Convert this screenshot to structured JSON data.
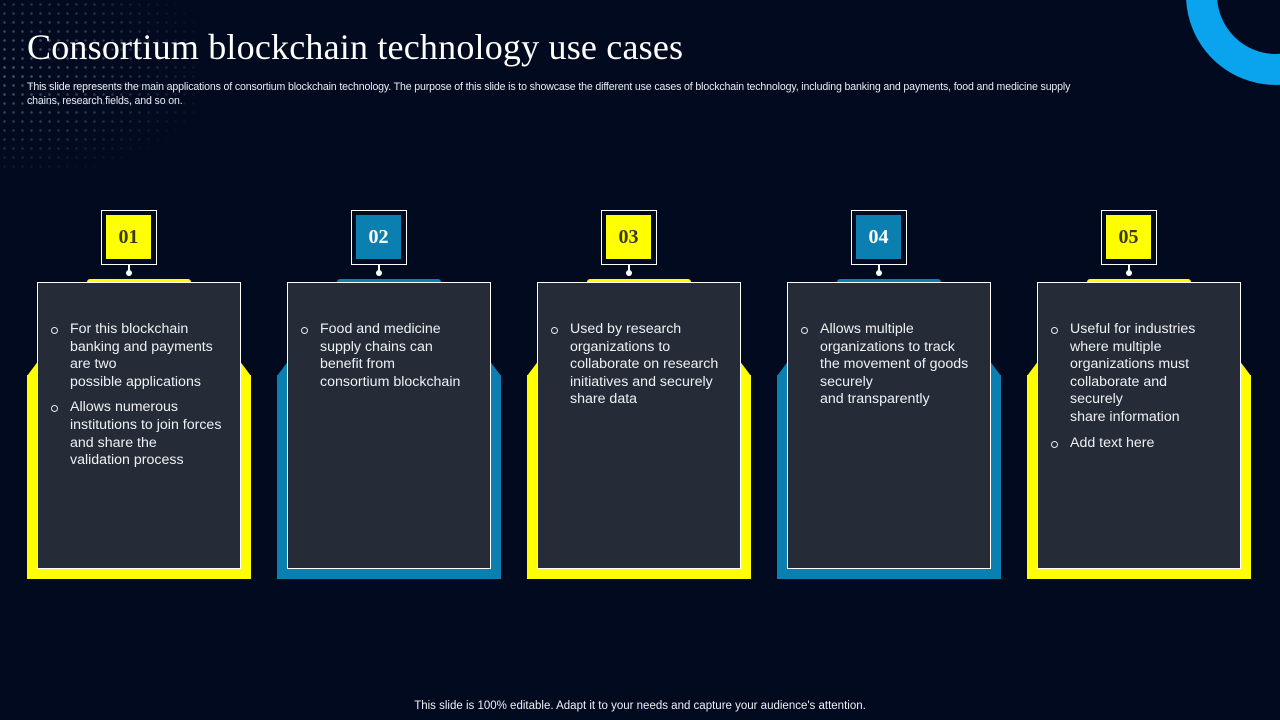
{
  "slide": {
    "title": "Consortium blockchain technology use cases",
    "subtitle": "This slide represents the main applications of consortium blockchain technology. The purpose of this slide is to showcase the different use cases of blockchain technology, including banking and payments, food and medicine supply chains, research fields, and so on.",
    "footer": "This slide is 100% editable. Adapt it to your needs and capture your audience's attention."
  },
  "colors": {
    "background": "#020a1f",
    "yellow": "#ffff00",
    "blue": "#0a7fb0",
    "card_fill": "#252c37",
    "arc": "#0aa4ee"
  },
  "cards": [
    {
      "number": "01",
      "accent": "yellow",
      "bullets": [
        "For this blockchain\nbanking and payments\nare two\npossible applications",
        "Allows numerous\ninstitutions to join forces\nand share the\nvalidation process"
      ]
    },
    {
      "number": "02",
      "accent": "blue",
      "bullets": [
        "Food and medicine\nsupply chains can\nbenefit from\nconsortium blockchain"
      ]
    },
    {
      "number": "03",
      "accent": "yellow",
      "bullets": [
        "Used by research\norganizations to\ncollaborate on research\ninitiatives and securely\nshare data"
      ]
    },
    {
      "number": "04",
      "accent": "blue",
      "bullets": [
        "Allows multiple\norganizations to track\nthe movement of goods\nsecurely\nand transparently"
      ]
    },
    {
      "number": "05",
      "accent": "yellow",
      "bullets": [
        "Useful for industries\nwhere multiple\norganizations must\ncollaborate and\nsecurely\nshare information",
        "Add text here"
      ]
    }
  ]
}
